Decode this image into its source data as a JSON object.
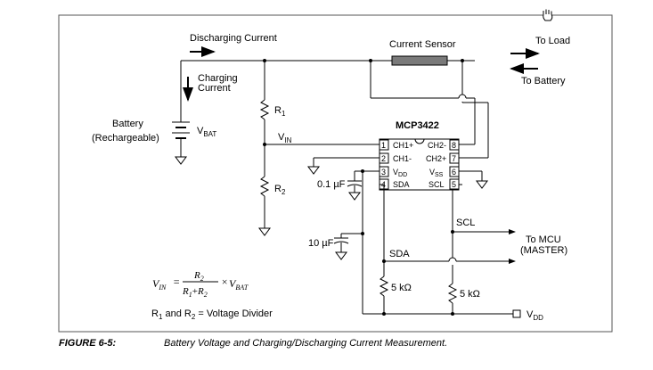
{
  "labels": {
    "discharging_current": "Discharging Current",
    "charging_current_1": "Charging",
    "charging_current_2": "Current",
    "current_sensor": "Current Sensor",
    "to_load": "To Load",
    "to_battery": "To Battery",
    "battery_1": "Battery",
    "battery_2": "(Rechargeable)",
    "vbat_main": "V",
    "vbat_sub": "BAT",
    "r1_main": "R",
    "r1_sub": "1",
    "r2_main": "R",
    "r2_sub": "2",
    "vin_main": "V",
    "vin_sub": "IN",
    "chip_name": "MCP3422",
    "cap_01uf": "0.1 µF",
    "cap_10uf": "10 µF",
    "scl": "SCL",
    "sda": "SDA",
    "to_mcu_1": "To MCU",
    "to_mcu_2": "(MASTER)",
    "res_5k_left": "5 kΩ",
    "res_5k_right": "5 kΩ",
    "vdd_main": "V",
    "vdd_sub": "DD"
  },
  "chip_pins": {
    "left": [
      {
        "num": "1",
        "name": "CH1+"
      },
      {
        "num": "2",
        "name": "CH1-"
      },
      {
        "num": "3",
        "name": "V",
        "sub": "DD"
      },
      {
        "num": "4",
        "name": "SDA"
      }
    ],
    "right": [
      {
        "num": "8",
        "name": "CH2-"
      },
      {
        "num": "7",
        "name": "CH2+"
      },
      {
        "num": "6",
        "name": "V",
        "sub": "SS"
      },
      {
        "num": "5",
        "name": "SCL"
      }
    ]
  },
  "formula": {
    "lhs_main": "V",
    "lhs_sub": "IN",
    "equals": "=",
    "num_main": "R",
    "num_sub": "2",
    "den_a_main": "R",
    "den_a_sub": "1",
    "den_plus": "+",
    "den_b_main": "R",
    "den_b_sub": "2",
    "times": "×",
    "rhs_main": "V",
    "rhs_sub": "BAT",
    "note_a_main": "R",
    "note_a_sub": "1",
    "note_and": " and ",
    "note_b_main": "R",
    "note_b_sub": "2",
    "note_rest": " = Voltage Divider"
  },
  "caption": {
    "figure": "FIGURE 6-5:",
    "title": "Battery Voltage and Charging/Discharging Current Measurement."
  }
}
